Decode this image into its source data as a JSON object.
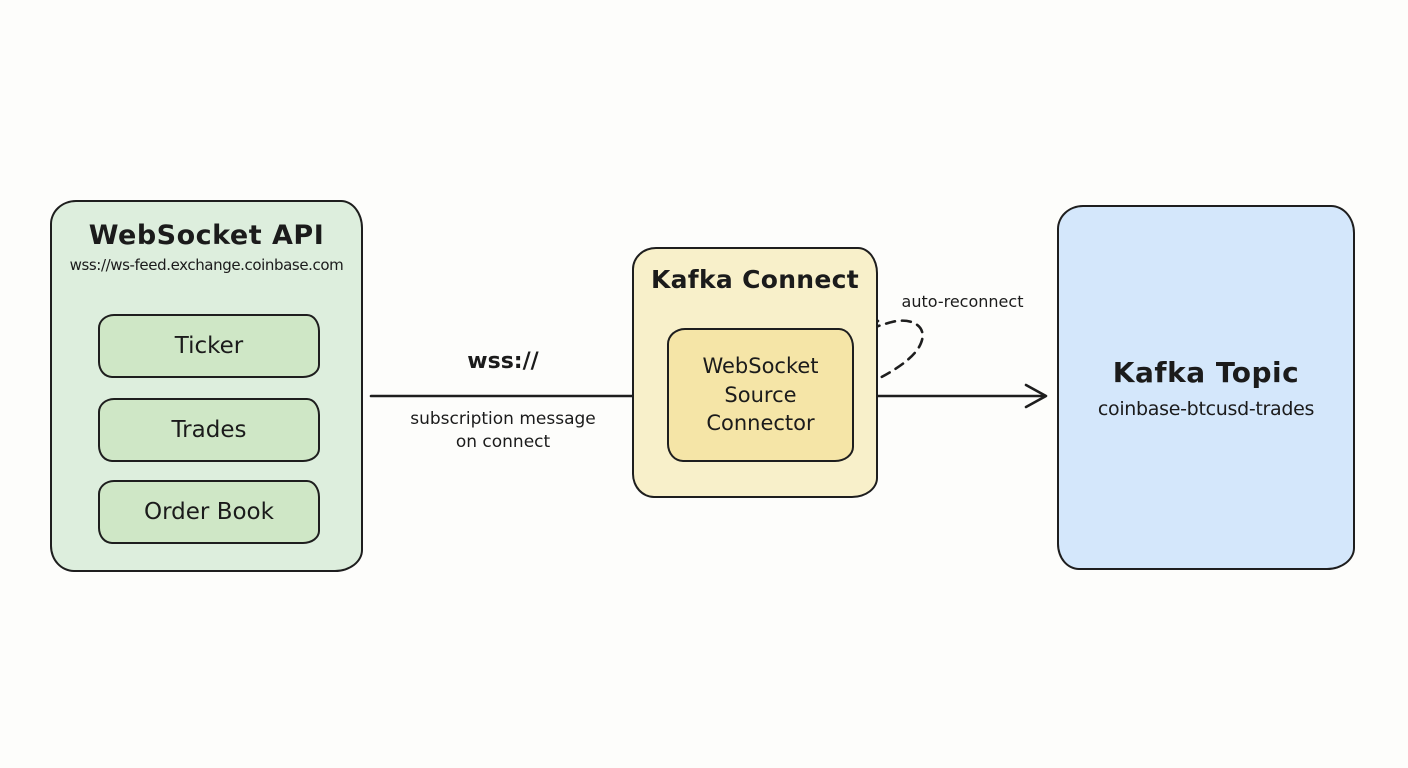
{
  "diagram": {
    "source": {
      "title": "WebSocket API",
      "url": "wss://ws-feed.exchange.coinbase.com",
      "channels": [
        "Ticker",
        "Trades",
        "Order Book"
      ]
    },
    "processor": {
      "title": "Kafka Connect",
      "connector": "WebSocket\nSource\nConnector"
    },
    "sink": {
      "title": "Kafka Topic",
      "topic_name": "coinbase-btcusd-trades"
    },
    "labels": {
      "protocol": "wss://",
      "subscription": "subscription message\non connect",
      "reconnect": "auto-reconnect"
    }
  },
  "colors": {
    "green-fill": "#ddeedd",
    "green-inner-fill": "#cfe7c6",
    "yellow-fill": "#f8f0ca",
    "yellow-inner-fill": "#f5e5a7",
    "blue-fill": "#d4e7fb",
    "stroke": "#1e1e1e",
    "text": "#1b1b1b"
  }
}
